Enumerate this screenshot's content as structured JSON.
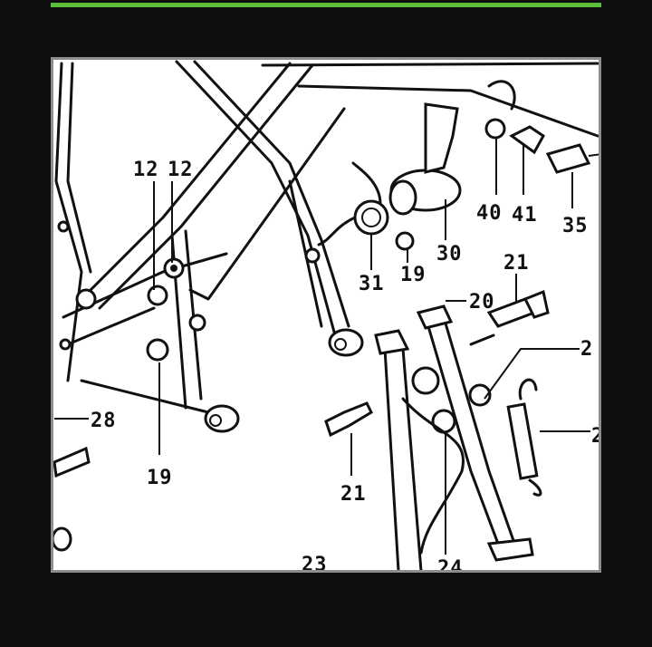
{
  "colors": {
    "accent": "#5cbf3a",
    "background": "#0e0e0e",
    "frame_border": "#8e8e8e"
  },
  "diagram": {
    "type": "motorcycle center stand exploded parts diagram",
    "callouts": [
      "12",
      "12",
      "40",
      "41",
      "35",
      "30",
      "31",
      "19",
      "21",
      "20",
      "2",
      "2",
      "28",
      "19",
      "21",
      "23",
      "24"
    ]
  }
}
